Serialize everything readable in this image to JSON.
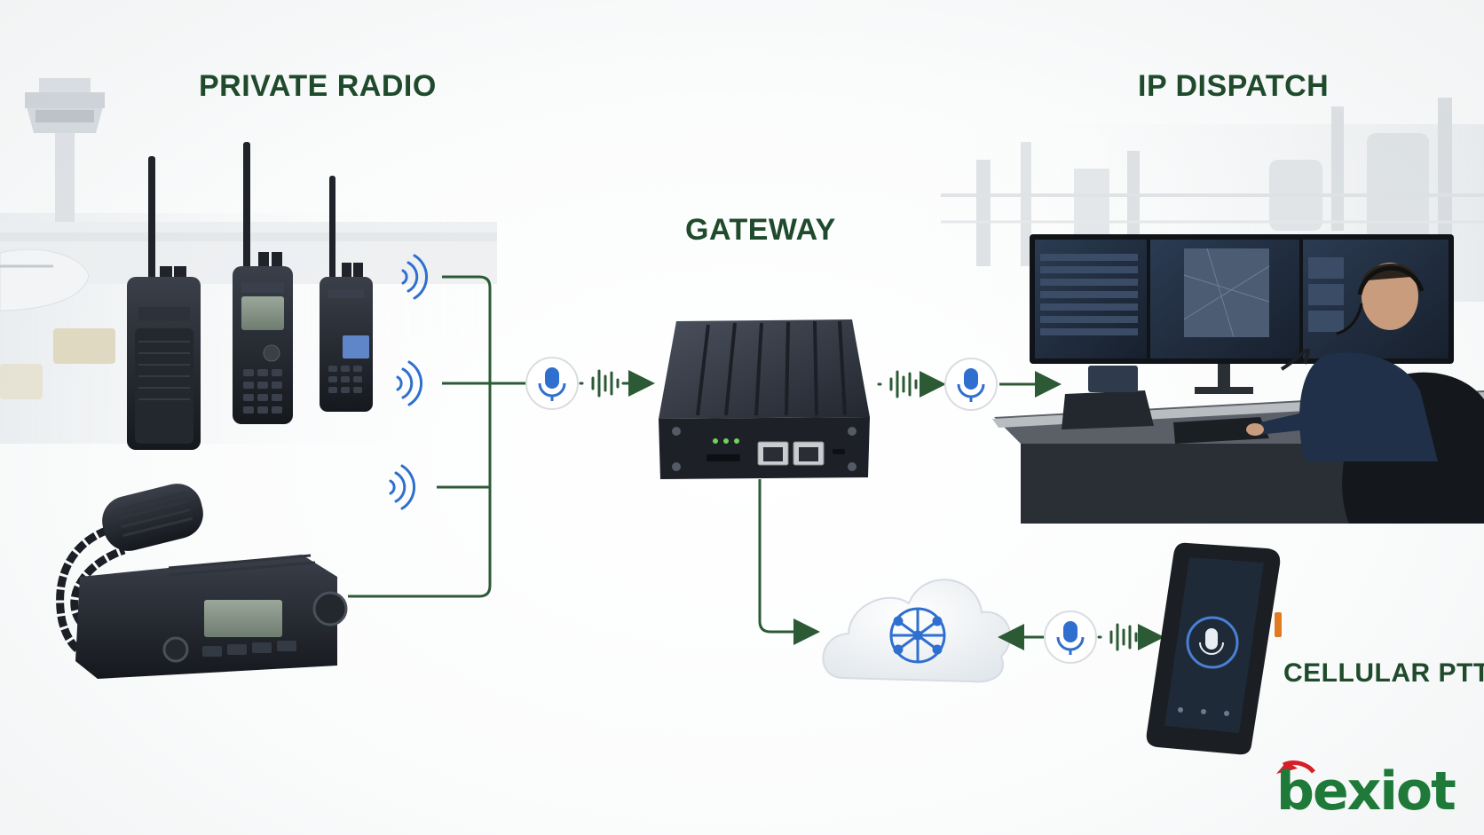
{
  "sections": {
    "private_radio": "PRIVATE RADIO",
    "gateway": "GATEWAY",
    "ip_dispatch": "IP DISPATCH",
    "cellular_ptt": "CELLULAR PTT"
  },
  "logo": {
    "text": "bexiot",
    "color_primary": "#1f7a3a",
    "color_accent": "#d61f26"
  },
  "icons": [
    "microphone-icon",
    "radio-wave-icon",
    "audio-wave-icon",
    "globe-network-icon",
    "cloud-icon"
  ],
  "colors": {
    "label": "#1f4a2c",
    "connector": "#2b5a34",
    "mic_blue": "#2f6fcf"
  }
}
